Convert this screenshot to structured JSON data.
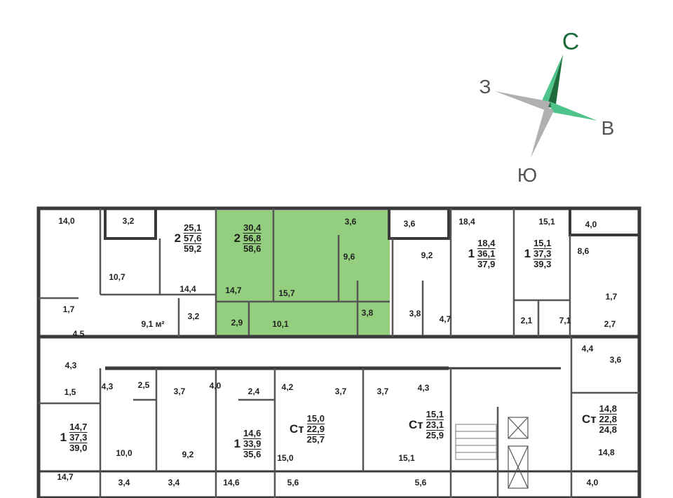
{
  "colors": {
    "highlight": "#93cf7e",
    "wall": "#3a3a3a",
    "north": "#1d6b3a",
    "needle_light": "#4fc48a",
    "needle_gray": "#b0b0b0"
  },
  "compass": {
    "north": "С",
    "west": "З",
    "east": "В",
    "south": "Ю"
  },
  "apartments": [
    {
      "type": "2",
      "living": "25,1",
      "total": "57,6",
      "total_balcony": "59,2"
    },
    {
      "type": "2",
      "living": "30,4",
      "total": "56,8",
      "total_balcony": "58,6",
      "highlighted": true
    },
    {
      "type": "1",
      "living": "18,4",
      "total": "36,1",
      "total_balcony": "37,9"
    },
    {
      "type": "1",
      "living": "15,1",
      "total": "37,3",
      "total_balcony": "39,3"
    },
    {
      "type": "1",
      "living": "14,7",
      "total": "37,3",
      "total_balcony": "39,0"
    },
    {
      "type": "1",
      "living": "14,6",
      "total": "33,9",
      "total_balcony": "35,6"
    },
    {
      "type": "Ст",
      "living": "15,0",
      "total": "22,9",
      "total_balcony": "25,7"
    },
    {
      "type": "Ст",
      "living": "15,1",
      "total": "23,1",
      "total_balcony": "25,9"
    },
    {
      "type": "Ст",
      "living": "14,8",
      "total": "22,8",
      "total_balcony": "24,8"
    }
  ],
  "rooms": [
    "14,0",
    "3,2",
    "10,7",
    "14,4",
    "9,1 м²",
    "3,2",
    "1,7",
    "4,5",
    "14,7",
    "15,7",
    "2,9",
    "10,1",
    "3,6",
    "9,6",
    "3,8",
    "3,6",
    "9,2",
    "3,8",
    "4,7",
    "18,4",
    "15,1",
    "4,0",
    "8,6",
    "1,7",
    "2,1",
    "7,1",
    "2,7",
    "4,4",
    "3,6",
    "4,3",
    "1,5",
    "4,3",
    "2,5",
    "3,7",
    "4,0",
    "2,4",
    "4,2",
    "3,7",
    "3,7",
    "4,3",
    "10,0",
    "9,2",
    "15,0",
    "15,1",
    "14,8",
    "14,7",
    "3,4",
    "3,4",
    "14,6",
    "5,6",
    "5,6",
    "4,0"
  ]
}
